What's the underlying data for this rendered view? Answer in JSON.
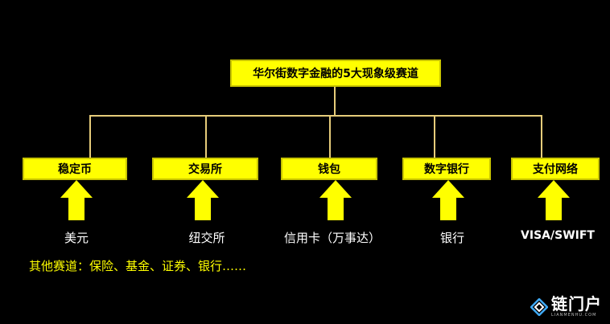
{
  "root": {
    "label": "华尔街数字金融的5大现象级赛道"
  },
  "categories": [
    {
      "label": "稳定币",
      "example": "美元"
    },
    {
      "label": "交易所",
      "example": "纽交所"
    },
    {
      "label": "钱包",
      "example": "信用卡（万事达）"
    },
    {
      "label": "数字银行",
      "example": "银行"
    },
    {
      "label": "支付网络",
      "example": "VISA/SWIFT"
    }
  ],
  "note": "其他赛道：保险、基金、证券、银行……",
  "watermark": {
    "main": "链门户",
    "sub": "LIANMENHU.COM",
    "icon": "diamond-logo-icon"
  },
  "colors": {
    "box": "#ffff00",
    "line": "#e6cc7a",
    "note": "#ffff00",
    "background": "#000000"
  }
}
